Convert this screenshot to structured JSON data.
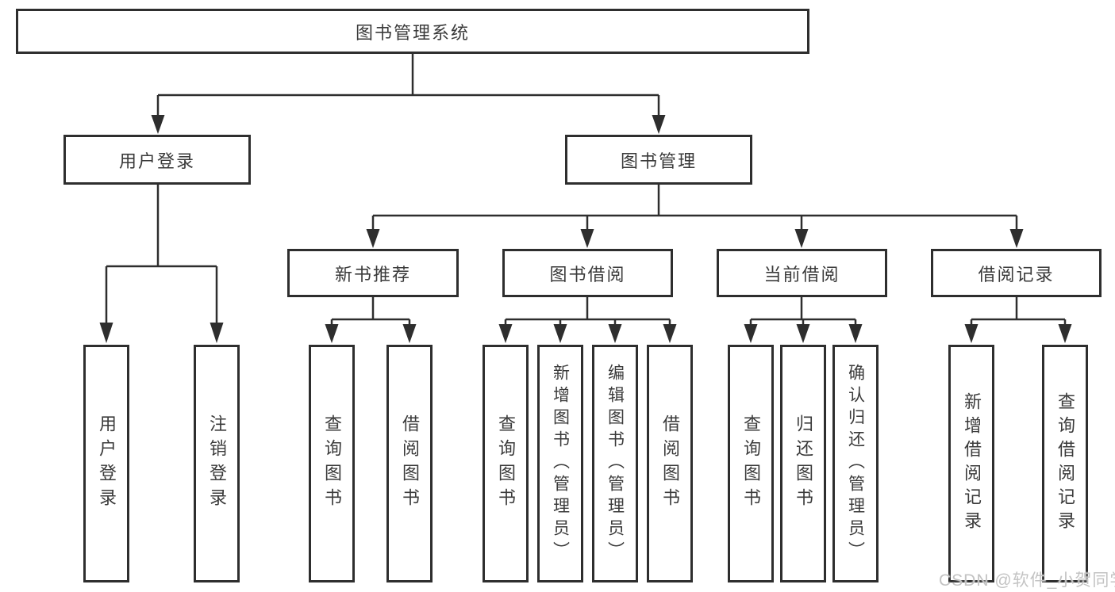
{
  "diagram": {
    "root": {
      "label": "图书管理系统"
    },
    "branches": {
      "user_login": {
        "label": "用户登录"
      },
      "book_management": {
        "label": "图书管理"
      }
    },
    "modules": {
      "new_book_recommend": {
        "label": "新书推荐"
      },
      "book_borrow": {
        "label": "图书借阅"
      },
      "current_borrow": {
        "label": "当前借阅"
      },
      "borrow_records": {
        "label": "借阅记录"
      }
    },
    "leaves": {
      "login_user_login": {
        "label": "用户登录"
      },
      "login_logout": {
        "label": "注销登录"
      },
      "nb_query_books": {
        "label": "查询图书"
      },
      "nb_borrow_books": {
        "label": "借阅图书"
      },
      "bb_query_books": {
        "label": "查询图书"
      },
      "bb_add_books_admin": {
        "label": "新增图书（管理员）"
      },
      "bb_edit_books_admin": {
        "label": "编辑图书（管理员）"
      },
      "bb_borrow_books": {
        "label": "借阅图书"
      },
      "cb_query_books": {
        "label": "查询图书"
      },
      "cb_return_books": {
        "label": "归还图书"
      },
      "cb_confirm_return_admin": {
        "label": "确认归还（管理员）"
      },
      "br_add_borrow_record": {
        "label": "新增借阅记录"
      },
      "br_query_borrow_record": {
        "label": "查询借阅记录"
      }
    }
  },
  "watermark": {
    "text": "CSDN @软件_小贺同学"
  },
  "colors": {
    "line": "#2e2e2e",
    "text": "#3a3a3a",
    "watermark": "#c3c3c3"
  }
}
